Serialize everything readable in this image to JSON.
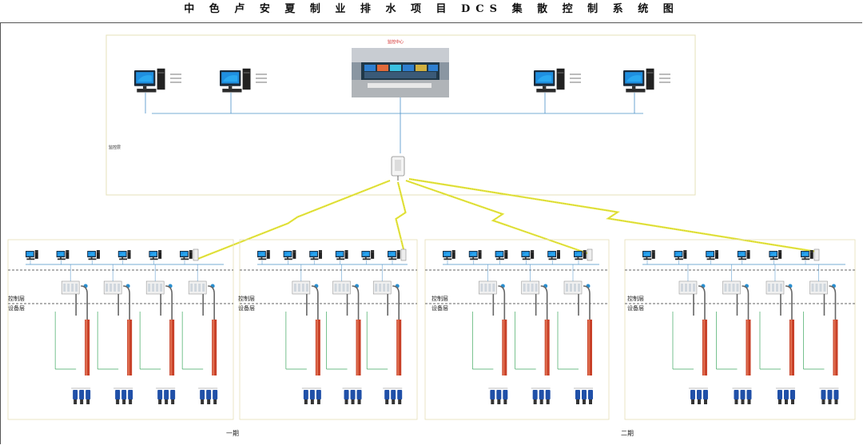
{
  "title": "中 色 卢 安 夏 制 业 排 水 项 目 DCS 集 散 控 制 系 统 图",
  "control_room_label": "监控中心",
  "label_layer_top": "监控层",
  "label_control_layer": "控制层",
  "label_device_layer": "设备层",
  "label_phase1": "一期",
  "label_phase2": "二期",
  "colors": {
    "network_line": "#4a90c8",
    "wireless": "#e8e83a",
    "field_green": "#3fa860",
    "pump_red": "#c84028",
    "motor_blue": "#2050a8",
    "box_border": "#e6e0b8"
  },
  "icons": [
    "computer-icon",
    "video-wall-photo",
    "wireless-ap-icon",
    "lightning-link-icon",
    "plc-cabinet-icon",
    "pump-column-icon",
    "motor-icon"
  ]
}
